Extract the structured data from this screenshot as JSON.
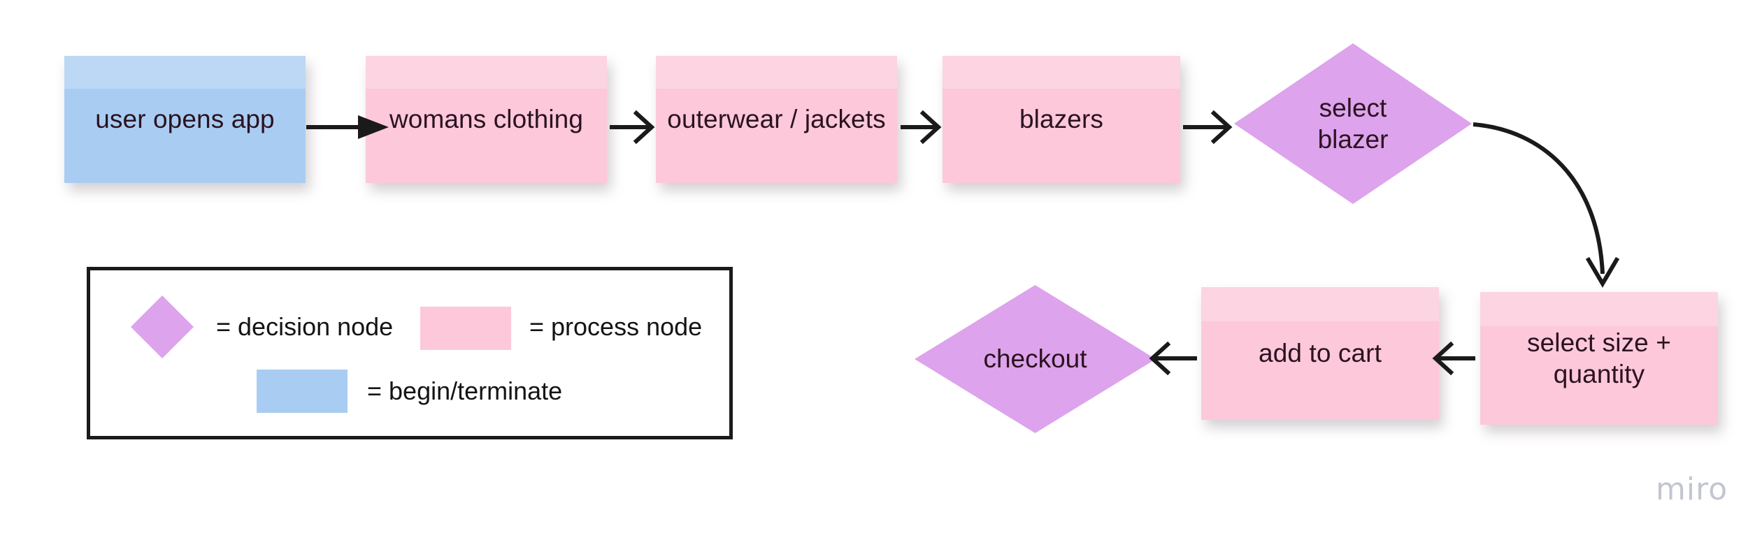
{
  "board": {
    "background_color": "#ffffff",
    "watermark": "miro"
  },
  "palette": {
    "begin_terminate": "#a9cdf2",
    "process": "#fcc8da",
    "decision": "#dda3ec",
    "text": "#2b1220",
    "arrow": "#1a1a1a",
    "legend_border": "#1a1a1a",
    "watermark": "#c3c5d1"
  },
  "flow": {
    "nodes": [
      {
        "id": "user-opens-app",
        "label": "user opens app",
        "type": "begin/terminate",
        "shape": "rectangle"
      },
      {
        "id": "womans-clothing",
        "label": "womans clothing",
        "type": "process",
        "shape": "rectangle"
      },
      {
        "id": "outerwear-jackets",
        "label": "outerwear / jackets",
        "type": "process",
        "shape": "rectangle"
      },
      {
        "id": "blazers",
        "label": "blazers",
        "type": "process",
        "shape": "rectangle"
      },
      {
        "id": "select-blazer",
        "label": "select blazer",
        "label_line1": "select",
        "label_line2": "blazer",
        "type": "decision",
        "shape": "diamond"
      },
      {
        "id": "select-size-quantity",
        "label": "select size + quantity",
        "label_line1": "select size +",
        "label_line2": "quantity",
        "type": "process",
        "shape": "rectangle"
      },
      {
        "id": "add-to-cart",
        "label": "add to cart",
        "type": "process",
        "shape": "rectangle"
      },
      {
        "id": "checkout",
        "label": "checkout",
        "type": "decision",
        "shape": "diamond"
      }
    ],
    "edges": [
      {
        "from": "user-opens-app",
        "to": "womans-clothing",
        "style": "straight-right",
        "head": "solid"
      },
      {
        "from": "womans-clothing",
        "to": "outerwear-jackets",
        "style": "straight-right",
        "head": "open"
      },
      {
        "from": "outerwear-jackets",
        "to": "blazers",
        "style": "straight-right",
        "head": "open"
      },
      {
        "from": "blazers",
        "to": "select-blazer",
        "style": "straight-right",
        "head": "open"
      },
      {
        "from": "select-blazer",
        "to": "select-size-quantity",
        "style": "curved-down",
        "head": "open"
      },
      {
        "from": "select-size-quantity",
        "to": "add-to-cart",
        "style": "straight-left",
        "head": "open"
      },
      {
        "from": "add-to-cart",
        "to": "checkout",
        "style": "straight-left",
        "head": "open"
      }
    ]
  },
  "legend": {
    "items": [
      {
        "id": "decision",
        "swatch_shape": "diamond",
        "swatch_color": "#dda3ec",
        "label": "= decision node"
      },
      {
        "id": "process",
        "swatch_shape": "rectangle",
        "swatch_color": "#fcc8da",
        "label": "= process node"
      },
      {
        "id": "begin-terminate",
        "swatch_shape": "rectangle",
        "swatch_color": "#a9cdf2",
        "label": "= begin/terminate"
      }
    ]
  }
}
